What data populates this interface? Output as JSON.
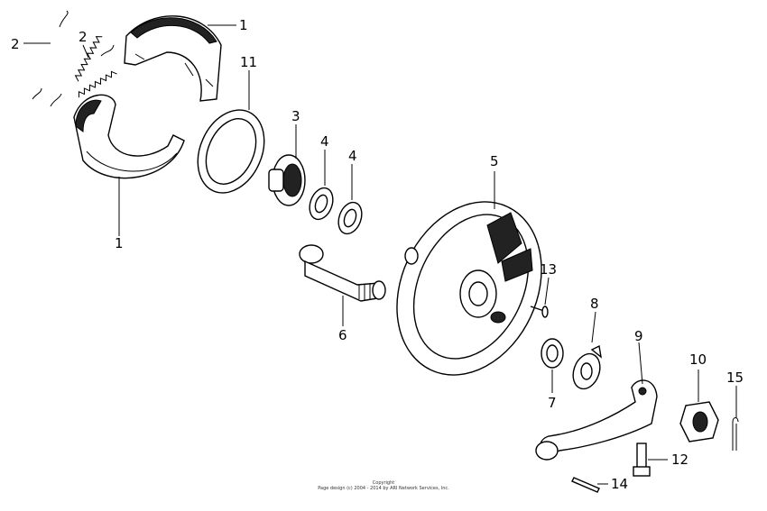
{
  "callouts": {
    "c1a": "1",
    "c1b": "1",
    "c2a": "2",
    "c2b": "2",
    "c3": "3",
    "c4a": "4",
    "c4b": "4",
    "c5": "5",
    "c6": "6",
    "c7": "7",
    "c8": "8",
    "c9": "9",
    "c10": "10",
    "c11": "11",
    "c12": "12",
    "c13": "13",
    "c14": "14",
    "c15": "15"
  },
  "footer": {
    "line1": "Copyright",
    "line2": "Page design (c) 2004 - 2014 by ARI Network Services, Inc."
  }
}
